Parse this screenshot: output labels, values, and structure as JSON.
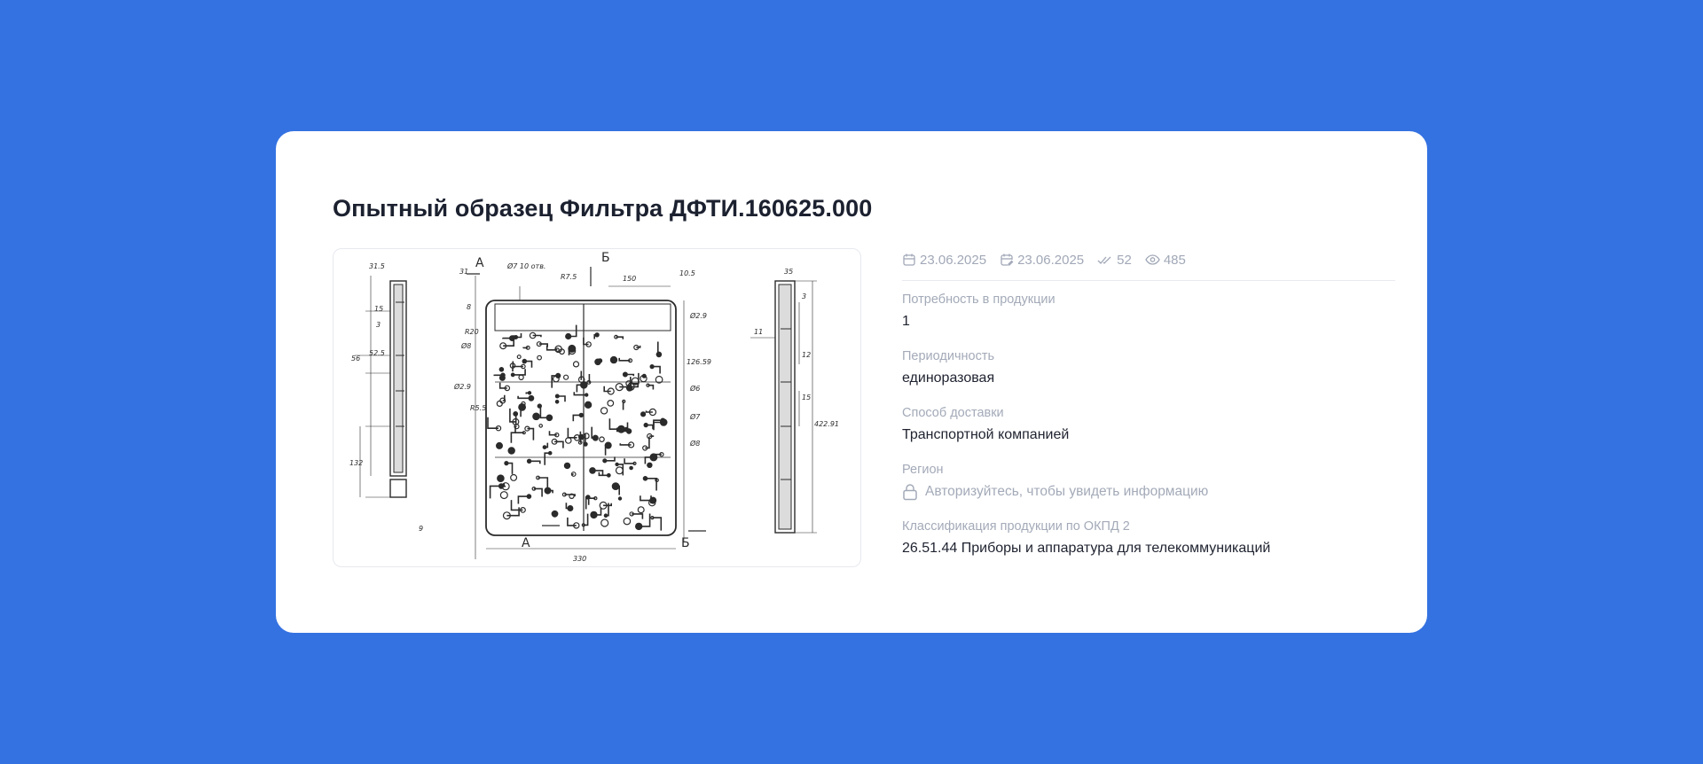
{
  "card": {
    "title": "Опытный образец Фильтра ДФТИ.160625.000"
  },
  "drawing": {
    "labels": {
      "section_a": "А",
      "section_b": "Б",
      "dim_330": "330",
      "dim_150": "150",
      "dim_31": "31",
      "dim_31_5": "31.5",
      "dim_35": "35",
      "dim_15": "15",
      "dim_3": "3",
      "dim_56": "56",
      "dim_52_5": "52.5",
      "dim_132": "132",
      "dim_9": "9",
      "dim_11": "11",
      "dim_12": "12",
      "dim_422_91": "422.91",
      "dim_126_59": "126.59",
      "dim_10_5": "10.5",
      "dim_8": "8",
      "dim_r7_5": "R7.5",
      "dim_r20": "R20",
      "dim_r5_5": "R5.5",
      "dim_holes": "Ø7 10 отв.",
      "dim_d8": "Ø8",
      "dim_d2_9": "Ø2.9",
      "dim_d6": "Ø6",
      "dim_d7": "Ø7"
    }
  },
  "meta": {
    "created": "23.06.2025",
    "updated": "23.06.2025",
    "responses": "52",
    "views": "485"
  },
  "fields": {
    "demand_label": "Потребность в продукции",
    "demand_value": "1",
    "periodicity_label": "Периодичность",
    "periodicity_value": "единоразовая",
    "delivery_label": "Способ доставки",
    "delivery_value": "Транспортной компанией",
    "region_label": "Регион",
    "region_locked_text": "Авторизуйтесь, чтобы увидеть информацию",
    "okpd_label": "Классификация продукции по ОКПД 2",
    "okpd_value": "26.51.44 Приборы и аппаратура для телекоммуникаций"
  },
  "colors": {
    "background": "#3472e2",
    "card": "#ffffff",
    "muted": "#a3aab8",
    "text": "#1f2330"
  },
  "icons": [
    "calendar-icon",
    "calendar-edit-icon",
    "double-check-icon",
    "eye-icon",
    "lock-icon"
  ]
}
